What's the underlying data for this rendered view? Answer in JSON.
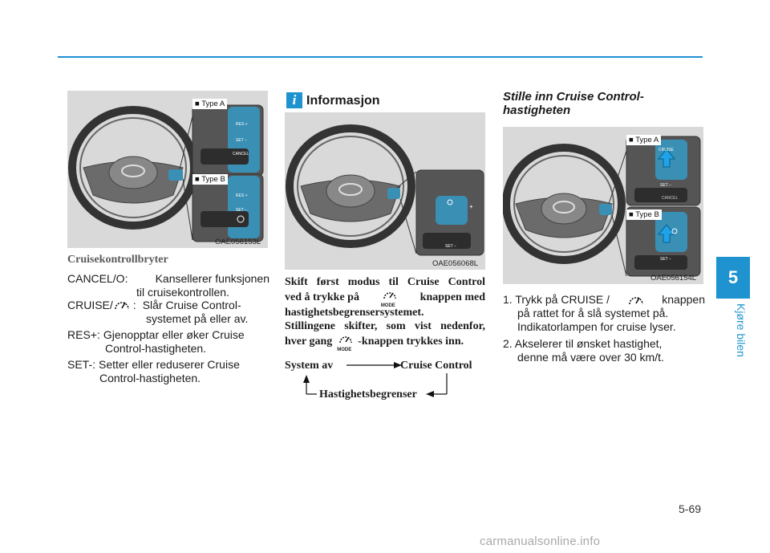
{
  "page": {
    "chapter_number": "5",
    "chapter_label": "Kjøre bilen",
    "page_number": "5-69",
    "watermark": "carmanualsonline.info"
  },
  "col1": {
    "figure_code": "OAE056153L",
    "type_a_label": "■ Type A",
    "type_b_label": "■ Type B",
    "heading": "Cruisekontrollbryter",
    "items": [
      {
        "term": "CANCEL/O:",
        "desc1": "Kansellerer funksjonen",
        "desc2": "til cruisekontrollen."
      },
      {
        "term": "CRUISE/",
        "sep": ":",
        "desc1": "Slår Cruise Control-",
        "desc2": "systemet på eller av."
      },
      {
        "term": "RES+:",
        "desc1": "Gjenopptar eller øker Cruise",
        "desc2": "Control-hastigheten."
      },
      {
        "term": "SET-:",
        "desc1": "Setter eller reduserer Cruise",
        "desc2": "Control-hastigheten."
      }
    ]
  },
  "col2": {
    "info_icon": "i",
    "info_title": "Informasjon",
    "figure_code": "OAE056068L",
    "para1_a": "Skift først modus til Cruise Control",
    "para1_b": "ved å trykke på",
    "para1_c": "knappen med",
    "para1_d": "hastighetsbegrensersystemet.",
    "para2_a": "Stillingene skifter, som vist nedenfor,",
    "para2_b": "hver gang",
    "para2_c": "-knappen trykkes inn.",
    "mode_label": "MODE",
    "diagram": {
      "left": "System av",
      "right": "Cruise Control",
      "bottom": "Hastighetsbegrenser"
    }
  },
  "col3": {
    "title_line1": "Stille inn Cruise Control-",
    "title_line2": "hastigheten",
    "figure_code": "OAE056154L",
    "type_a_label": "■ Type A",
    "type_b_label": "■ Type B",
    "step1_a": "1. Trykk på CRUISE /",
    "step1_b": "knappen",
    "step1_c": "på rattet for å slå systemet på.",
    "step1_d": "Indikatorlampen for cruise lyser.",
    "step2_a": "2. Akselerer til ønsket hastighet,",
    "step2_b": "denne må være over 30 km/t."
  },
  "colors": {
    "accent": "#1f93cf",
    "figure_bg": "#d9d9d9"
  }
}
